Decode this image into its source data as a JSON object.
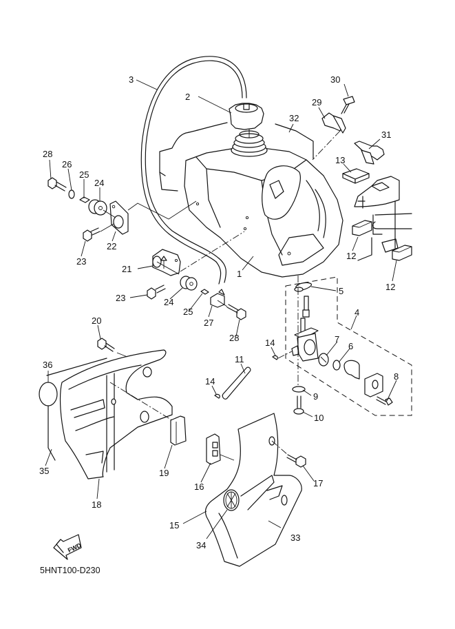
{
  "diagram": {
    "title": "Fuel tank exploded parts diagram",
    "drawing_code": "5HNT100-D230",
    "direction_marker": "FWD",
    "callouts": [
      {
        "id": "c1",
        "text": "1"
      },
      {
        "id": "c2",
        "text": "2"
      },
      {
        "id": "c3",
        "text": "3"
      },
      {
        "id": "c4",
        "text": "4"
      },
      {
        "id": "c5",
        "text": "5"
      },
      {
        "id": "c6",
        "text": "6"
      },
      {
        "id": "c7",
        "text": "7"
      },
      {
        "id": "c8",
        "text": "8"
      },
      {
        "id": "c9",
        "text": "9"
      },
      {
        "id": "c10",
        "text": "10"
      },
      {
        "id": "c11",
        "text": "11"
      },
      {
        "id": "c12a",
        "text": "12"
      },
      {
        "id": "c12b",
        "text": "12"
      },
      {
        "id": "c13",
        "text": "13"
      },
      {
        "id": "c14a",
        "text": "14"
      },
      {
        "id": "c14b",
        "text": "14"
      },
      {
        "id": "c15",
        "text": "15"
      },
      {
        "id": "c16",
        "text": "16"
      },
      {
        "id": "c17",
        "text": "17"
      },
      {
        "id": "c18",
        "text": "18"
      },
      {
        "id": "c19",
        "text": "19"
      },
      {
        "id": "c20",
        "text": "20"
      },
      {
        "id": "c21",
        "text": "21"
      },
      {
        "id": "c22",
        "text": "22"
      },
      {
        "id": "c23a",
        "text": "23"
      },
      {
        "id": "c23b",
        "text": "23"
      },
      {
        "id": "c24a",
        "text": "24"
      },
      {
        "id": "c24b",
        "text": "24"
      },
      {
        "id": "c25a",
        "text": "25"
      },
      {
        "id": "c25b",
        "text": "25"
      },
      {
        "id": "c26",
        "text": "26"
      },
      {
        "id": "c27",
        "text": "27"
      },
      {
        "id": "c28a",
        "text": "28"
      },
      {
        "id": "c28b",
        "text": "28"
      },
      {
        "id": "c29",
        "text": "29"
      },
      {
        "id": "c30",
        "text": "30"
      },
      {
        "id": "c31",
        "text": "31"
      },
      {
        "id": "c32",
        "text": "32"
      },
      {
        "id": "c33",
        "text": "33"
      },
      {
        "id": "c34",
        "text": "34"
      },
      {
        "id": "c35",
        "text": "35"
      },
      {
        "id": "c36",
        "text": "36"
      }
    ]
  }
}
